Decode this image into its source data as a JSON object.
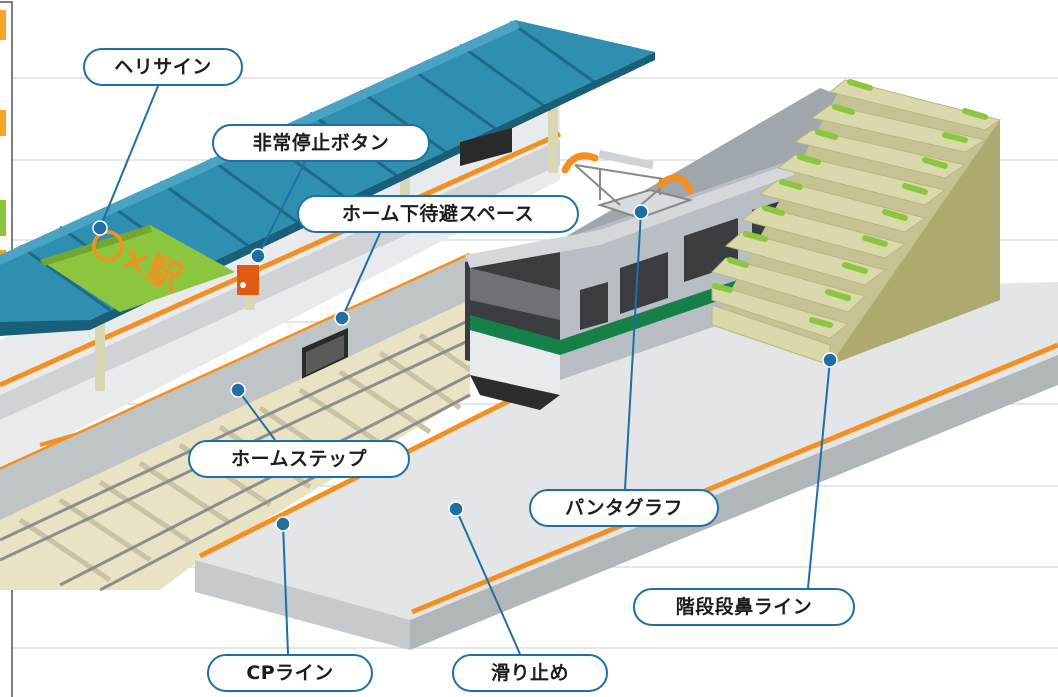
{
  "station_sign": "〇×駅",
  "labels": {
    "heli_sign": "ヘリサイン",
    "emergency_stop": "非常停止ボタン",
    "under_platform_space": "ホーム下待避スペース",
    "platform_step": "ホームステップ",
    "pantograph": "パンタグラフ",
    "stair_nosing_line": "階段段鼻ライン",
    "cp_line": "CPライン",
    "anti_slip": "滑り止め"
  },
  "colors": {
    "callout_border": "#1f6fa6",
    "leader_line": "#1f6fa6",
    "platform": "#e6e8e9",
    "platform_edge_line": "#f29121",
    "roof": "#2e8fb0",
    "heli_sign_green": "#8cc63f",
    "train_body": "#b6bcc2",
    "train_stripe": "#15804a",
    "stairs": "#d9d8a8",
    "stair_nosing": "#8cc63f"
  }
}
